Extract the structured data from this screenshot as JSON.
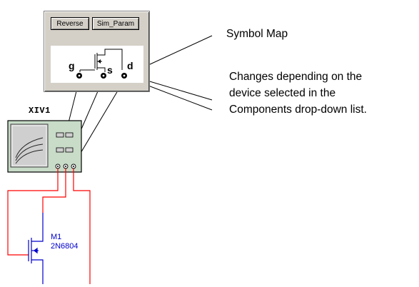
{
  "panel": {
    "reverse_label": "Reverse",
    "simparam_label": "Sim_Param",
    "pins": {
      "gate": "g",
      "source": "s",
      "drain": "d"
    }
  },
  "annotations": {
    "symbol_map": "Symbol Map",
    "changes_line1": "Changes depending on the",
    "changes_line2": "device selected in the",
    "changes_line3": "Components drop-down list."
  },
  "instrument": {
    "name": "XIV1"
  },
  "device": {
    "ref": "M1",
    "model": "2N6804"
  },
  "colors": {
    "wire_red": "#ff0000",
    "wire_blue": "#0000cc",
    "panel_gray": "#d4d0c8",
    "instrument_green": "#c8dcc8"
  }
}
